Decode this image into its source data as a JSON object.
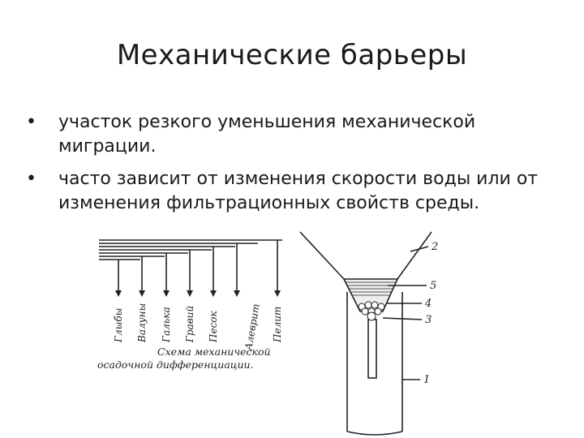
{
  "slide": {
    "title": "Механические барьеры",
    "bullets": [
      {
        "marker": "•",
        "text": " участок резкого уменьшения механической миграции."
      },
      {
        "marker": "•",
        "text": "часто зависит от изменения скорости воды или от изменения фильтрационных свойств среды."
      }
    ]
  },
  "left_figure": {
    "fractions": [
      "Глыбы",
      "Валуны",
      "Галька",
      "Гравий",
      "Песок",
      "Алеврит",
      "Пелит"
    ],
    "caption_line1": "Схема механической",
    "caption_line2": "осадочной дифференциации."
  },
  "right_figure": {
    "labels": [
      "2",
      "5",
      "4",
      "3",
      "1"
    ]
  }
}
